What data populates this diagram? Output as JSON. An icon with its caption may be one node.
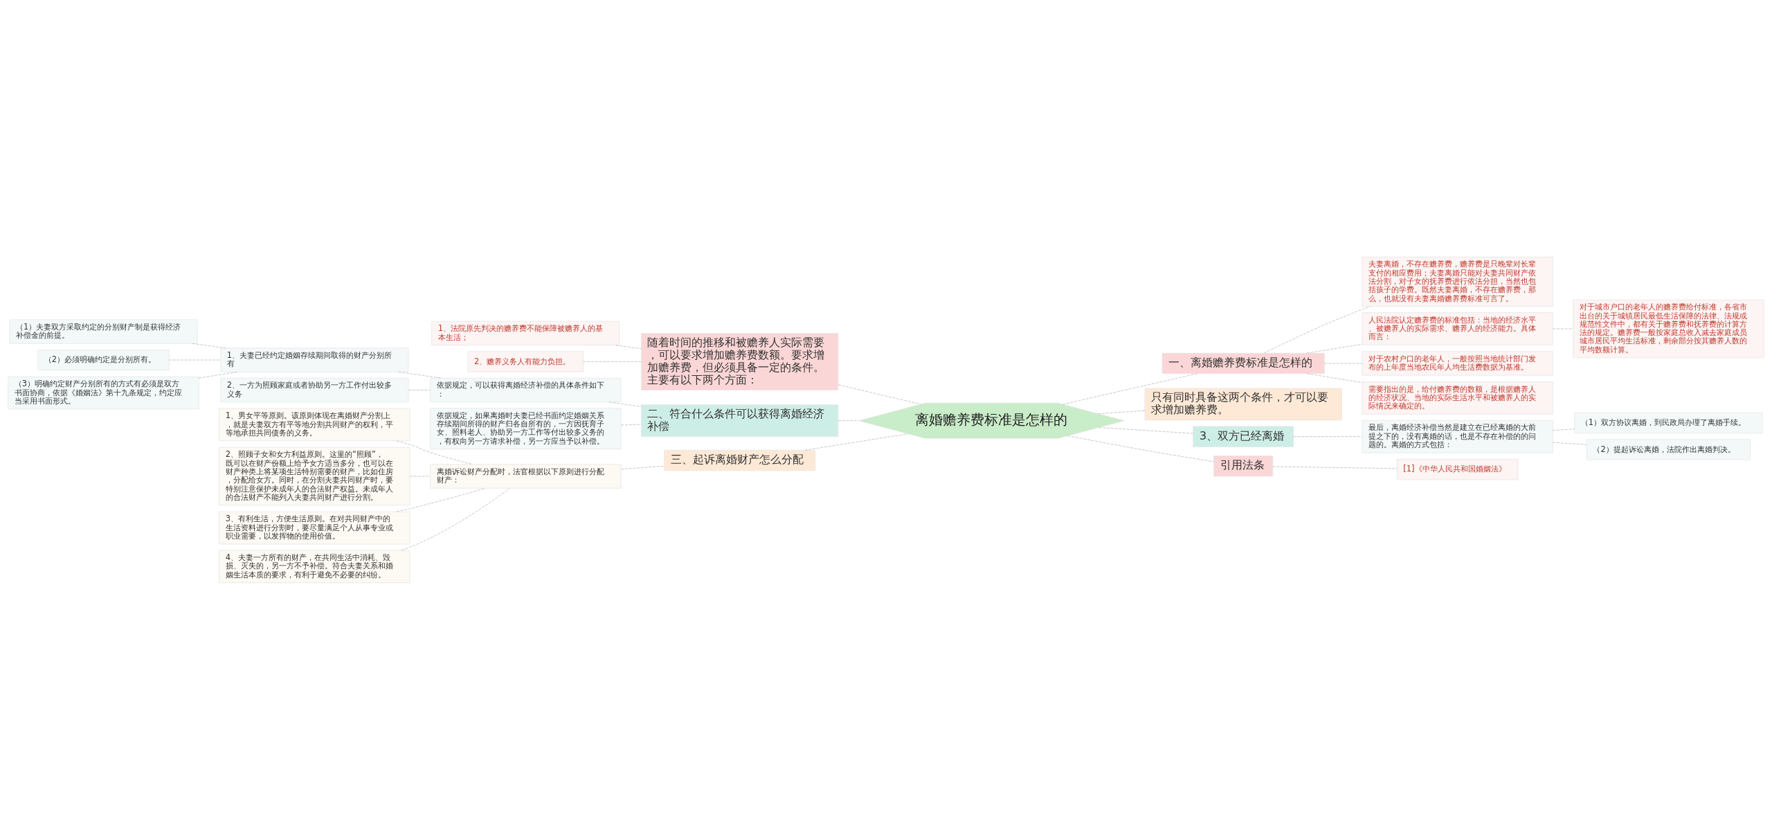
{
  "diagram": {
    "nodes": [
      {
        "text": [
          "离婚赡养费标准是怎样的"
        ]
      },
      {
        "text": [
          "随着时间的推移和被赡养人实际需要，可以要求增加赡养费数额。要求增加赡养费，但必须具备一定的条件。主要有以下两个方面："
        ]
      },
      {
        "text": [
          "1、法院原先判决的赡养费不能保障被赡养人的基本生活；"
        ]
      },
      {
        "text": [
          "2、赡养义务人有能力负担。"
        ]
      },
      {
        "text": [
          "二、符合什么条件可以获得离婚经济补偿"
        ]
      },
      {
        "text": [
          "依据规定，可以获得离婚经济补偿的具体条件如下："
        ]
      },
      {
        "text": [
          "1、夫妻已经约定婚姻存续期间取得的财产分别所有"
        ]
      },
      {
        "text": [
          "（1）夫妻双方采取约定的分别财产制是获得经济补偿金的前提。"
        ]
      },
      {
        "text": [
          "（2）必须明确约定是分别所有。"
        ]
      },
      {
        "text": [
          "（3）明确约定财产分别所有的方式有必须是双方书面协商，依据《婚姻法》第十九条规定，约定应当采用书面形式。"
        ]
      },
      {
        "text": [
          "2、一方为照顾家庭或者协助另一方工作付出较多义务"
        ]
      },
      {
        "text": [
          "依据规定，如果离婚时夫妻已经书面约定婚姻关系存续期间所得的财产归各自所有的，一方因抚育子女、照料老人、协助另一方工作等付出较多义务的，有权向另一方请求补偿，另一方应当予以补偿。"
        ]
      },
      {
        "text": [
          "三、起诉离婚财产怎么分配"
        ]
      },
      {
        "text": [
          "离婚诉讼财产分配时，法官根据以下原则进行分配财产："
        ]
      },
      {
        "text": [
          "1、男女平等原则。该原则体现在离婚财产分割上，就是夫妻双方有平等地分割共同财产的权利，平等地承担共同债务的义务。"
        ]
      },
      {
        "text": [
          "2、照顾子女和女方利益原则。这里的“照顾”，既可以在财产份额上给予女方适当多分，也可以在财产种类上将某项生活特别需要的财产，比如住房，分配给女方。同时，在分割夫妻共同财产时，要特别注意保护未成年人的合法财产权益。未成年人的合法财产不能列入夫妻共同财产进行分割。"
        ]
      },
      {
        "text": [
          "3、有利生活，方便生活原则。在对共同财产中的生活资料进行分割时，要尽量满足个人从事专业或职业需要，以发挥物的使用价值。"
        ]
      },
      {
        "text": [
          "4、夫妻一方所有的财产，在共同生活中消耗、毁损、灭失的，另一方不予补偿。符合夫妻关系和婚姻生活本质的要求，有利于避免不必要的纠纷。"
        ]
      },
      {
        "text": [
          "一、离婚赡养费标准是怎样的"
        ]
      },
      {
        "text": [
          "夫妻离婚，不存在赡养费，赡养费是只晚辈对长辈支付的相应费用；夫妻离婚只能对夫妻共同财产依法分割，对子女的抚养费进行依法分担，当然也包括孩子的学费。既然夫妻离婚，不存在赡养费，那么，也就没有夫妻离婚赡养费标准可言了。"
        ]
      },
      {
        "text": [
          "人民法院认定赡养费的标准包括：当地的经济水平、被赡养人的实际需求、赡养人的经济能力。具体而言："
        ]
      },
      {
        "text": [
          "对于城市户口的老年人的赡养费给付标准，各省市出台的关于城镇居民最低生活保障的法律、法规或规范性文件中，都有关于赡养费和抚养费的计算方法的规定。赡养费一般按家庭总收入减去家庭成员城市居民平均生活标准，剩余部分按其赡养人数的平均数额计算。"
        ]
      },
      {
        "text": [
          "对于农村户口的老年人，一般按照当地统计部门发布的上年度当地农民年人均生活费数据为基准。"
        ]
      },
      {
        "text": [
          "需要指出的是，给付赡养费的数额，是根据赡养人的经济状况、当地的实际生活水平和被赡养人的实际情况来确定的。"
        ]
      },
      {
        "text": [
          "只有同时具备这两个条件，才可以要求增加赡养费。"
        ]
      },
      {
        "text": [
          "3、双方已经离婚"
        ]
      },
      {
        "text": [
          "最后，离婚经济补偿当然是建立在已经离婚的大前提之下的，没有离婚的话，也是不存在补偿的的问题的。离婚的方式包括："
        ]
      },
      {
        "text": [
          "（1）双方协议离婚，到民政局办理了离婚手续。"
        ]
      },
      {
        "text": [
          "（2）提起诉讼离婚，法院作出离婚判决。"
        ]
      },
      {
        "text": [
          "引用法条"
        ]
      },
      {
        "text": [
          "[1]《中华人民共和国婚姻法》"
        ]
      }
    ],
    "edges": [
      {
        "from": 0,
        "to": 1,
        "arrow": "none",
        "style": "dashed"
      },
      {
        "from": 1,
        "to": 2,
        "arrow": "none",
        "style": "dashed"
      },
      {
        "from": 1,
        "to": 3,
        "arrow": "none",
        "style": "dashed"
      },
      {
        "from": 0,
        "to": 4,
        "arrow": "none",
        "style": "dashed"
      },
      {
        "from": 4,
        "to": 5,
        "arrow": "none",
        "style": "dashed"
      },
      {
        "from": 5,
        "to": 6,
        "arrow": "none",
        "style": "dashed"
      },
      {
        "from": 6,
        "to": 7,
        "arrow": "none",
        "style": "dashed"
      },
      {
        "from": 6,
        "to": 8,
        "arrow": "none",
        "style": "dashed"
      },
      {
        "from": 6,
        "to": 9,
        "arrow": "none",
        "style": "dashed"
      },
      {
        "from": 5,
        "to": 10,
        "arrow": "none",
        "style": "dashed"
      },
      {
        "from": 4,
        "to": 11,
        "arrow": "none",
        "style": "dashed"
      },
      {
        "from": 0,
        "to": 12,
        "arrow": "none",
        "style": "dashed"
      },
      {
        "from": 12,
        "to": 13,
        "arrow": "none",
        "style": "dashed"
      },
      {
        "from": 13,
        "to": 14,
        "arrow": "none",
        "style": "dashed"
      },
      {
        "from": 13,
        "to": 15,
        "arrow": "none",
        "style": "dashed"
      },
      {
        "from": 13,
        "to": 16,
        "arrow": "none",
        "style": "dashed"
      },
      {
        "from": 13,
        "to": 17,
        "arrow": "none",
        "style": "dashed"
      },
      {
        "from": 0,
        "to": 18,
        "arrow": "none",
        "style": "dashed"
      },
      {
        "from": 18,
        "to": 19,
        "arrow": "none",
        "style": "dashed"
      },
      {
        "from": 18,
        "to": 20,
        "arrow": "none",
        "style": "dashed"
      },
      {
        "from": 20,
        "to": 21,
        "arrow": "none",
        "style": "dashed"
      },
      {
        "from": 18,
        "to": 22,
        "arrow": "none",
        "style": "dashed"
      },
      {
        "from": 18,
        "to": 23,
        "arrow": "none",
        "style": "dashed"
      },
      {
        "from": 0,
        "to": 24,
        "arrow": "none",
        "style": "dashed"
      },
      {
        "from": 0,
        "to": 25,
        "arrow": "none",
        "style": "dashed"
      },
      {
        "from": 25,
        "to": 26,
        "arrow": "none",
        "style": "dashed"
      },
      {
        "from": 26,
        "to": 27,
        "arrow": "none",
        "style": "dashed"
      },
      {
        "from": 26,
        "to": 28,
        "arrow": "none",
        "style": "dashed"
      },
      {
        "from": 0,
        "to": 29,
        "arrow": "none",
        "style": "dashed"
      },
      {
        "from": 29,
        "to": 30,
        "arrow": "none",
        "style": "dashed"
      }
    ]
  }
}
